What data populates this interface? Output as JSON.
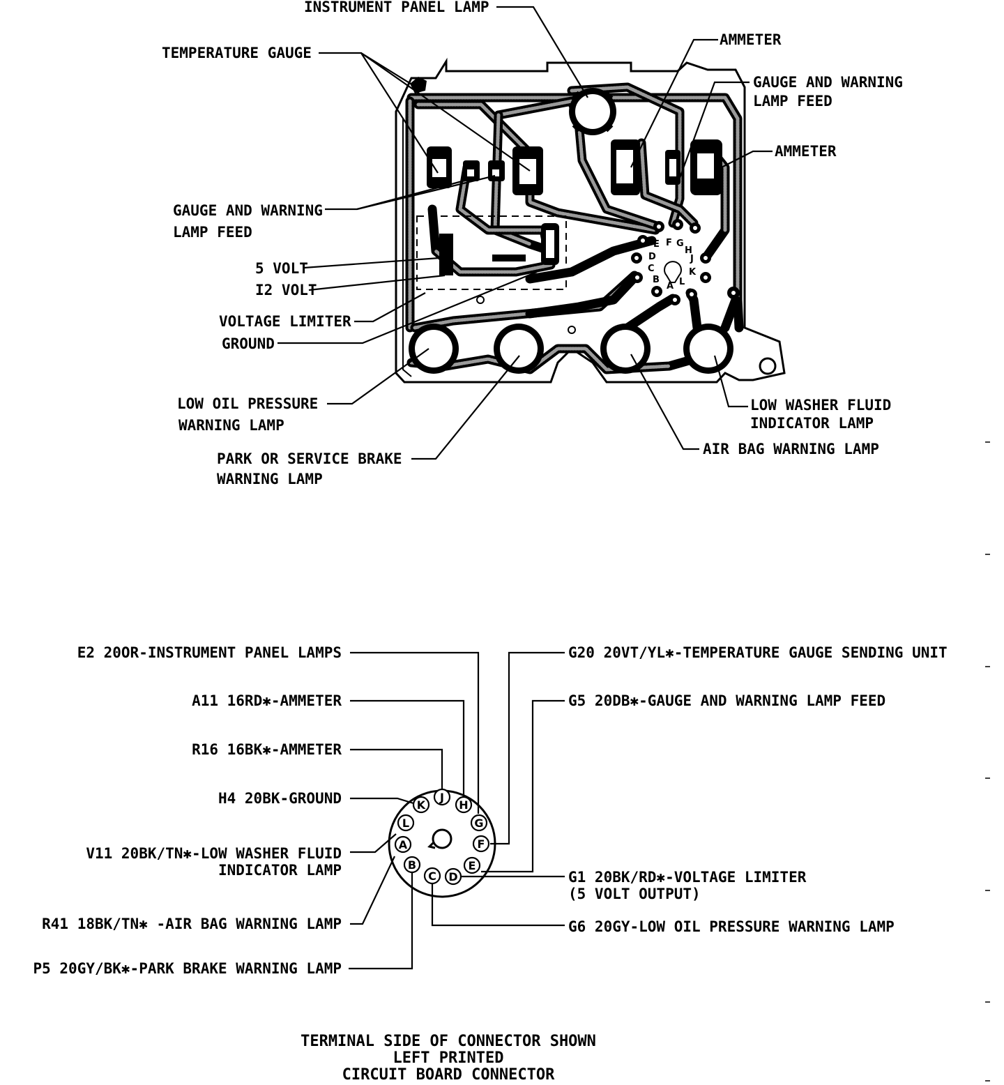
{
  "board": {
    "callouts": {
      "instrument_panel_lamp": "INSTRUMENT PANEL LAMP",
      "temperature_gauge": "TEMPERATURE GAUGE",
      "ammeter_top": "AMMETER",
      "gauge_feed_right_1": "GAUGE AND WARNING",
      "gauge_feed_right_2": "LAMP FEED",
      "ammeter_right": "AMMETER",
      "gauge_feed_left_1": "GAUGE AND WARNING",
      "gauge_feed_left_2": "LAMP FEED",
      "five_volt": "5 VOLT",
      "twelve_volt": "I2 VOLT",
      "voltage_limiter": "VOLTAGE LIMITER",
      "ground": "GROUND",
      "low_oil_1": "LOW OIL PRESSURE",
      "low_oil_2": "WARNING LAMP",
      "park_brake_1": "PARK OR SERVICE BRAKE",
      "park_brake_2": "WARNING LAMP",
      "air_bag": "AIR BAG WARNING LAMP",
      "low_washer_1": "LOW WASHER FLUID",
      "low_washer_2": "INDICATOR LAMP"
    },
    "pad_letters": {
      "e": "E",
      "f": "F",
      "g": "G",
      "h": "H",
      "d": "D",
      "j": "J",
      "c": "C",
      "k": "K",
      "b": "B",
      "a": "A",
      "l": "L"
    }
  },
  "connector": {
    "left_labels": {
      "e2": "E2 20OR-INSTRUMENT PANEL LAMPS",
      "a11": "A11 16RD✱-AMMETER",
      "r16": "R16 16BK✱-AMMETER",
      "h4": "H4 20BK-GROUND",
      "v11_1": "V11 20BK/TN✱-LOW WASHER FLUID",
      "v11_2": "INDICATOR LAMP",
      "r41": "R41 18BK/TN✱ -AIR BAG WARNING LAMP",
      "p5": "P5 20GY/BK✱-PARK BRAKE WARNING LAMP"
    },
    "right_labels": {
      "g20": "G20 20VT/YL✱-TEMPERATURE GAUGE SENDING UNIT",
      "g5": "G5 20DB✱-GAUGE AND WARNING LAMP FEED",
      "g1_1": "G1 20BK/RD✱-VOLTAGE LIMITER",
      "g1_2": "(5 VOLT OUTPUT)",
      "g6": "G6 20GY-LOW OIL PRESSURE WARNING LAMP"
    },
    "pins": {
      "j": "J",
      "h": "H",
      "k": "K",
      "g": "G",
      "l": "L",
      "f": "F",
      "a": "A",
      "e": "E",
      "b": "B",
      "c": "C",
      "d": "D"
    }
  },
  "caption": {
    "line1": "TERMINAL SIDE OF CONNECTOR SHOWN",
    "line2": "LEFT PRINTED",
    "line3": "CIRCUIT BOARD CONNECTOR"
  }
}
